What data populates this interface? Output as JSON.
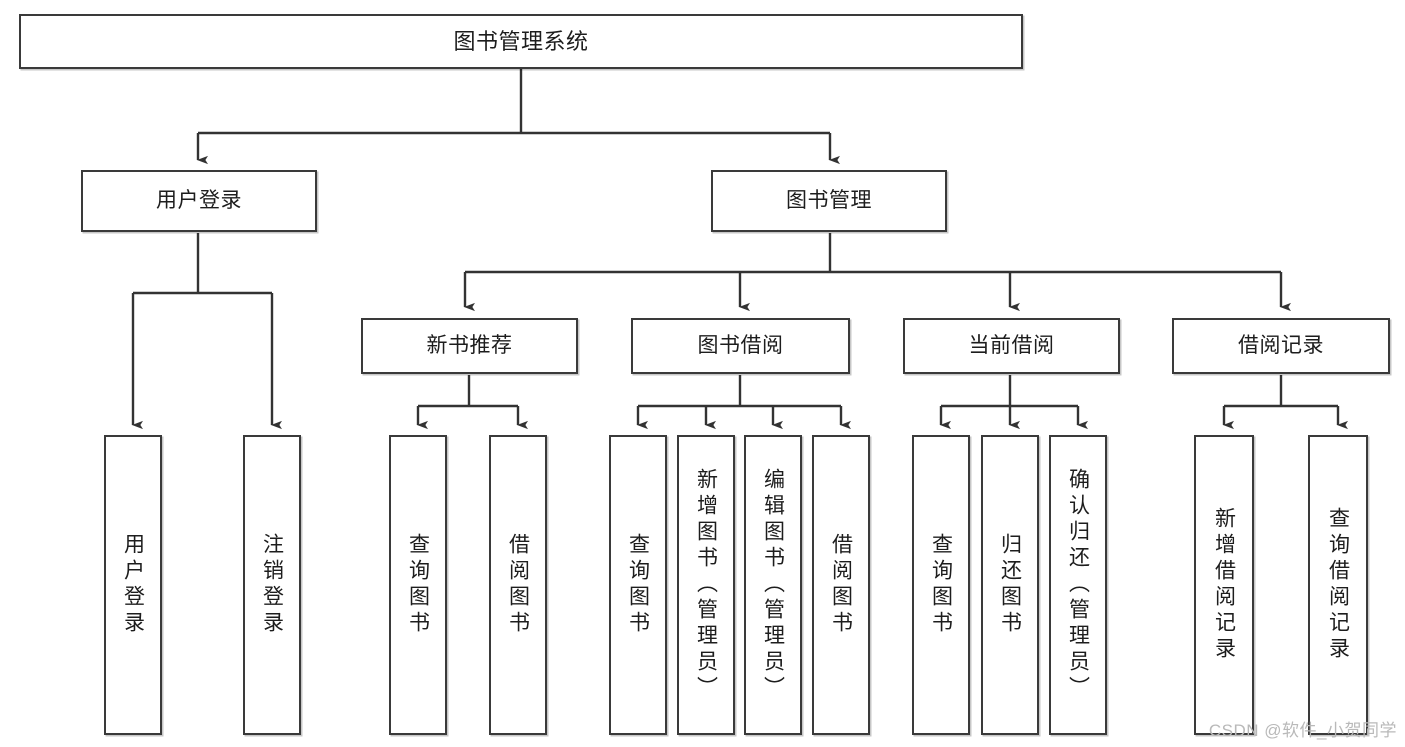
{
  "diagram": {
    "title": "图书管理系统",
    "type": "功能结构图",
    "colors": {
      "node_border": "#3a3a3a",
      "node_fill": "#ffffff",
      "edge": "#333333",
      "text": "#1d1d1d",
      "watermark": "#b9b9b9",
      "background": "#ffffff"
    }
  },
  "watermark": {
    "text": "CSDN @软件_小贺同学"
  },
  "nodes": {
    "root": {
      "label": "图书管理系统"
    },
    "level2": [
      {
        "id": "user-login",
        "label": "用户登录"
      },
      {
        "id": "book-management",
        "label": "图书管理"
      }
    ],
    "level3": [
      {
        "id": "new-book-recommend",
        "label": "新书推荐"
      },
      {
        "id": "book-borrow",
        "label": "图书借阅"
      },
      {
        "id": "current-borrow",
        "label": "当前借阅"
      },
      {
        "id": "borrow-record",
        "label": "借阅记录"
      }
    ],
    "leaves": {
      "user_login": [
        {
          "id": "leaf-user-login",
          "label": "用户登录"
        },
        {
          "id": "leaf-logout-login",
          "label": "注销登录"
        }
      ],
      "new_book_recommend": [
        {
          "id": "leaf-query-book-1",
          "label": "查询图书"
        },
        {
          "id": "leaf-borrow-book-1",
          "label": "借阅图书"
        }
      ],
      "book_borrow": [
        {
          "id": "leaf-query-book-2",
          "label": "查询图书"
        },
        {
          "id": "leaf-add-book",
          "label": "新增图书（管理员）"
        },
        {
          "id": "leaf-edit-book",
          "label": "编辑图书（管理员）"
        },
        {
          "id": "leaf-borrow-book-2",
          "label": "借阅图书"
        }
      ],
      "current_borrow": [
        {
          "id": "leaf-query-book-3",
          "label": "查询图书"
        },
        {
          "id": "leaf-return-book",
          "label": "归还图书"
        },
        {
          "id": "leaf-confirm-return",
          "label": "确认归还（管理员）"
        }
      ],
      "borrow_record": [
        {
          "id": "leaf-add-record",
          "label": "新增借阅记录"
        },
        {
          "id": "leaf-query-record",
          "label": "查询借阅记录"
        }
      ]
    }
  }
}
